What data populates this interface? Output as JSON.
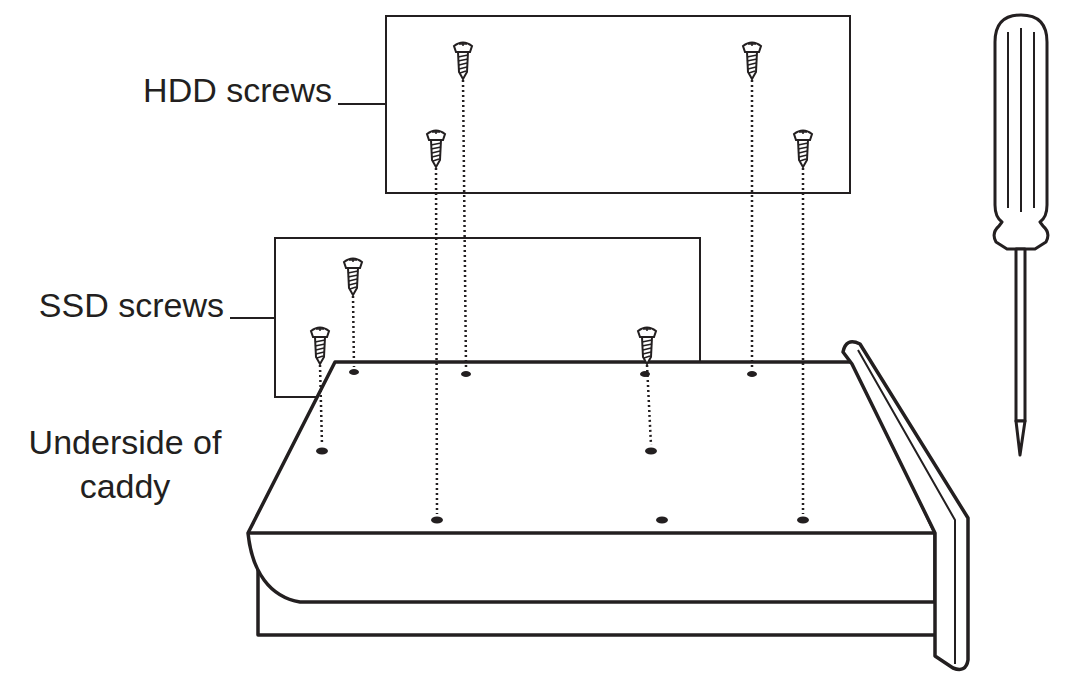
{
  "diagram": {
    "labels": [
      "HDD screws",
      "SSD screws",
      "Underside of caddy"
    ]
  }
}
